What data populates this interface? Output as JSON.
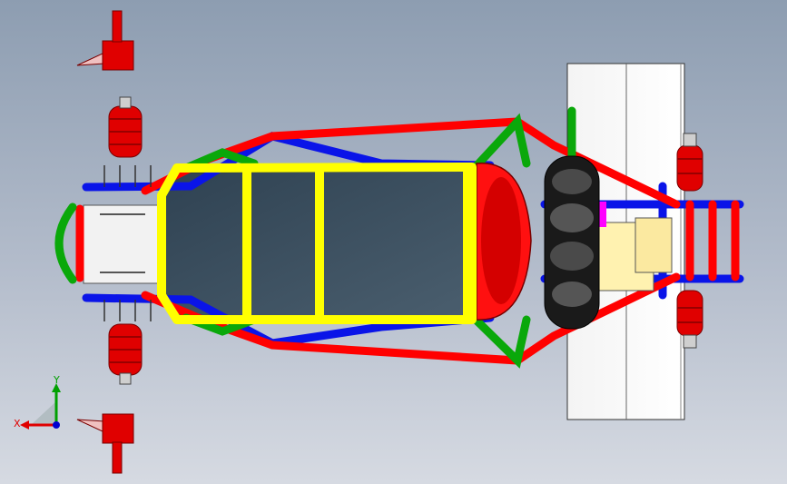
{
  "viewport": {
    "kind": "cad-model-view",
    "background": {
      "top": "#8d9db1",
      "bottom": "#d6dae2"
    }
  },
  "model": {
    "components": [
      "front-knuckle-top",
      "front-knuckle-bottom",
      "front-coilover-top",
      "front-coilover-bottom",
      "rear-coilover-top",
      "rear-coilover-bottom",
      "spare-wheel",
      "cargo-plate",
      "seat",
      "floor-panel",
      "engine"
    ],
    "tube_colors": {
      "main-rail": "#ff0000",
      "floor-frame": "#ffff00",
      "lower-frame": "#0000ff",
      "brace": "#00b000"
    },
    "part_colors": {
      "spring": "#e00000",
      "seat": "#ff1010",
      "floor": "#3b4f5f",
      "tire": "#1a1a1a",
      "plate": "#ffffff"
    }
  },
  "triad": {
    "x_label": "X",
    "y_label": "Y",
    "x_color": "#e00000",
    "y_color": "#00a000",
    "z_color": "#0000d0"
  }
}
